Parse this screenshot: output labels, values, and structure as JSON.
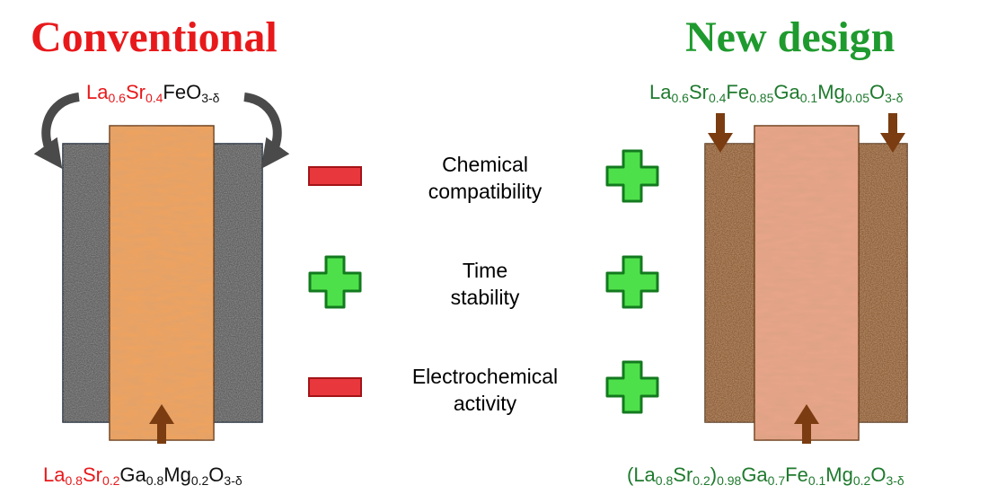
{
  "conventional": {
    "title": "Conventional",
    "title_color": "#e8191b",
    "electrode_formula": [
      {
        "t": "La",
        "c": "red"
      },
      {
        "t": "0.6",
        "c": "red",
        "sub": true
      },
      {
        "t": "Sr",
        "c": "red"
      },
      {
        "t": "0.4",
        "c": "red",
        "sub": true
      },
      {
        "t": "FeO",
        "c": "black"
      },
      {
        "t": "3-δ",
        "c": "black",
        "sub": true
      }
    ],
    "electrolyte_formula": [
      {
        "t": "La",
        "c": "red"
      },
      {
        "t": "0.8",
        "c": "red",
        "sub": true
      },
      {
        "t": "Sr",
        "c": "red"
      },
      {
        "t": "0.2",
        "c": "red",
        "sub": true
      },
      {
        "t": "Ga",
        "c": "black"
      },
      {
        "t": "0.8",
        "c": "black",
        "sub": true
      },
      {
        "t": "Mg",
        "c": "black"
      },
      {
        "t": "0.2",
        "c": "black",
        "sub": true
      },
      {
        "t": "O",
        "c": "black"
      },
      {
        "t": "3-δ",
        "c": "black",
        "sub": true
      }
    ],
    "colors": {
      "electrolyte": "#f0a35e",
      "electrode": "#5c5c5c",
      "arrow_electrode": "#4a4a4a",
      "arrow_electrolyte": "#7a3c10"
    }
  },
  "new_design": {
    "title": "New design",
    "title_color": "#1f9a2e",
    "electrode_formula": [
      {
        "t": "La",
        "c": "green"
      },
      {
        "t": "0.6",
        "c": "green",
        "sub": true
      },
      {
        "t": "Sr",
        "c": "green"
      },
      {
        "t": "0.4",
        "c": "green",
        "sub": true
      },
      {
        "t": "Fe",
        "c": "green"
      },
      {
        "t": "0.85",
        "c": "green",
        "sub": true
      },
      {
        "t": "Ga",
        "c": "green"
      },
      {
        "t": "0.1",
        "c": "green",
        "sub": true
      },
      {
        "t": "Mg",
        "c": "green"
      },
      {
        "t": "0.05",
        "c": "green",
        "sub": true
      },
      {
        "t": "O",
        "c": "green"
      },
      {
        "t": "3-δ",
        "c": "green",
        "sub": true
      }
    ],
    "electrolyte_formula": [
      {
        "t": "(La",
        "c": "green"
      },
      {
        "t": "0.8",
        "c": "green",
        "sub": true
      },
      {
        "t": "Sr",
        "c": "green"
      },
      {
        "t": "0.2",
        "c": "green",
        "sub": true
      },
      {
        "t": ")",
        "c": "green"
      },
      {
        "t": "0.98",
        "c": "green",
        "sub": true
      },
      {
        "t": "Ga",
        "c": "green"
      },
      {
        "t": "0.7",
        "c": "green",
        "sub": true
      },
      {
        "t": "Fe",
        "c": "green"
      },
      {
        "t": "0.1",
        "c": "green",
        "sub": true
      },
      {
        "t": "Mg",
        "c": "green"
      },
      {
        "t": "0.2",
        "c": "green",
        "sub": true
      },
      {
        "t": "O",
        "c": "green"
      },
      {
        "t": "3-δ",
        "c": "green",
        "sub": true
      }
    ],
    "colors": {
      "electrolyte": "#e9a48a",
      "electrode": "#8a5a36",
      "arrow": "#7a3c10"
    }
  },
  "criteria": [
    {
      "lines": [
        "Chemical",
        "compatibility"
      ],
      "conventional": "minus",
      "new_design": "plus"
    },
    {
      "lines": [
        "Time",
        "stability"
      ],
      "conventional": "plus",
      "new_design": "plus"
    },
    {
      "lines": [
        "Electrochemical",
        "activity"
      ],
      "conventional": "minus",
      "new_design": "plus"
    }
  ],
  "formula_colors": {
    "red": "#e8191b",
    "black": "#111111",
    "green": "#1f7a2e"
  },
  "symbol_colors": {
    "plus_fill": "#4ee04a",
    "plus_stroke": "#137a1f",
    "minus_fill": "#e8383d",
    "minus_stroke": "#a31418"
  }
}
